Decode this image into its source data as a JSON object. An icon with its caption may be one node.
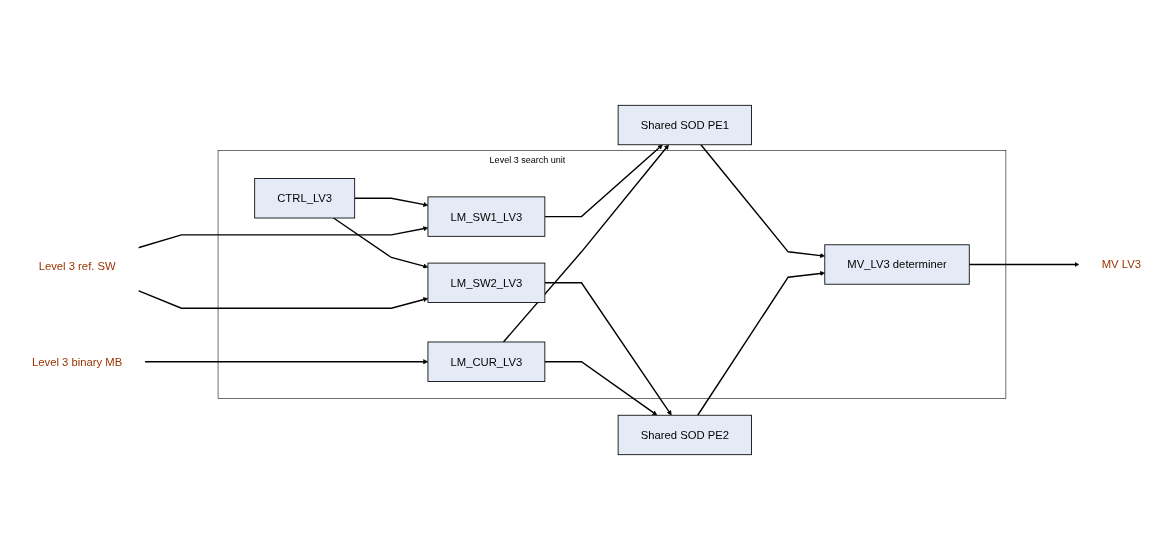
{
  "diagram": {
    "nodes": [
      {
        "text": [
          "Level 3 search unit"
        ]
      },
      {
        "text": [
          "CTRL_LV3"
        ],
        "in": 0
      },
      {
        "text": [
          "LM_SW1_LV3"
        ],
        "in": 0
      },
      {
        "text": [
          "LM_SW2_LV3"
        ],
        "in": 0
      },
      {
        "text": [
          "LM_CUR_LV3"
        ],
        "in": 0
      },
      {
        "text": [
          "MV_LV3 determiner"
        ],
        "in": 0
      },
      {
        "text": [
          "Shared SOD PE1"
        ]
      },
      {
        "text": [
          "Shared SOD PE2"
        ]
      },
      {
        "text": [
          "Level 3 ref. SW"
        ]
      },
      {
        "text": [
          "Level 3 binary MB"
        ]
      },
      {
        "text": [
          "MV LV3"
        ]
      }
    ],
    "edges": [
      {
        "from": 1,
        "to": 2,
        "arrow": "to"
      },
      {
        "from": 1,
        "to": 3,
        "arrow": "to"
      },
      {
        "from": 8,
        "to": 2,
        "arrow": "to"
      },
      {
        "from": 8,
        "to": 3,
        "arrow": "to"
      },
      {
        "from": 9,
        "to": 4,
        "arrow": "to"
      },
      {
        "from": 2,
        "to": 6,
        "arrow": "to"
      },
      {
        "from": 4,
        "to": 6,
        "arrow": "to"
      },
      {
        "from": 3,
        "to": 7,
        "arrow": "to"
      },
      {
        "from": 4,
        "to": 7,
        "arrow": "to"
      },
      {
        "from": 6,
        "to": 5,
        "arrow": "to"
      },
      {
        "from": 7,
        "to": 5,
        "arrow": "to"
      },
      {
        "from": 5,
        "to": 10,
        "arrow": "to"
      }
    ]
  }
}
